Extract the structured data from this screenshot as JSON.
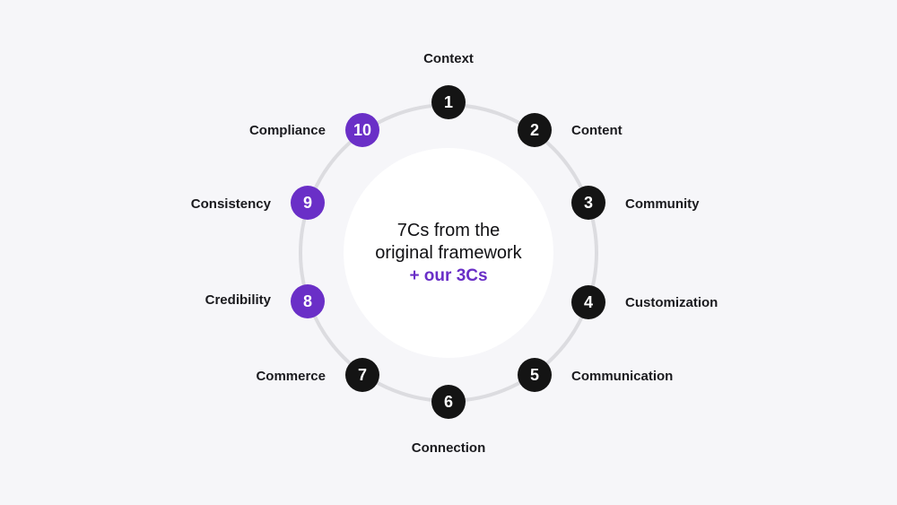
{
  "center": {
    "line1": "7Cs from the",
    "line2": "original framework",
    "line3": "+ our 3Cs"
  },
  "colors": {
    "background": "#f6f6f9",
    "ring": "#dcdce0",
    "original": "#141414",
    "added": "#6a2fc7",
    "accent_text": "#6a2fc7"
  },
  "items": [
    {
      "number": "1",
      "label": "Context",
      "group": "original"
    },
    {
      "number": "2",
      "label": "Content",
      "group": "original"
    },
    {
      "number": "3",
      "label": "Community",
      "group": "original"
    },
    {
      "number": "4",
      "label": "Customization",
      "group": "original"
    },
    {
      "number": "5",
      "label": "Communication",
      "group": "original"
    },
    {
      "number": "6",
      "label": "Connection",
      "group": "original"
    },
    {
      "number": "7",
      "label": "Commerce",
      "group": "original"
    },
    {
      "number": "8",
      "label": "Credibility",
      "group": "added"
    },
    {
      "number": "9",
      "label": "Consistency",
      "group": "added"
    },
    {
      "number": "10",
      "label": "Compliance",
      "group": "added"
    }
  ]
}
